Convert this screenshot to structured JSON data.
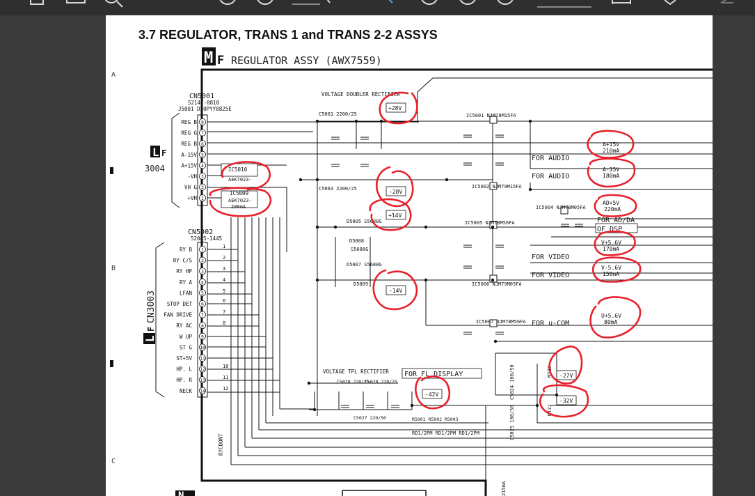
{
  "toolbar": {
    "icons": [
      "save-icon",
      "image-icon",
      "search-icon",
      "circle-icon",
      "circle-icon",
      "cursor-icon",
      "circle-icon",
      "circle-icon",
      "circle-icon",
      "fit-width-icon",
      "bookmark-icon",
      "share-icon"
    ]
  },
  "doc": {
    "section_title": "3.7 REGULATOR, TRANS 1 and TRANS 2-2 ASSYS",
    "assy_code": "M",
    "assy_code_sub": "F",
    "assy_title": "REGULATOR ASSY (AWX7559)",
    "bottom_code": "N",
    "row_marks": [
      "A",
      "B",
      "C"
    ]
  },
  "connectors": {
    "cn5001": {
      "name": "CN5001",
      "part": "52147-0810",
      "ref": "J5001  D20PYY0825E",
      "pins": [
        "REG B",
        "REG G",
        "REG B",
        "A-15V",
        "A+15V",
        "-VH",
        "VH G",
        "+VH"
      ],
      "pin_nums": [
        "8",
        "7",
        "6",
        "5",
        "4",
        "3",
        "2",
        "1"
      ]
    },
    "cn5002": {
      "name": "CN5002",
      "part": "52045-1445",
      "pins": [
        "RY B",
        "RY C/S",
        "RY HP",
        "RY A",
        "LFAN",
        "STOP DET",
        "FAN DRIVE",
        "RY AC",
        "W UP",
        "ST G",
        "ST+5V",
        "HP. L",
        "HP. R",
        "NECK"
      ],
      "pin_nums": [
        "1",
        "2",
        "3",
        "4",
        "5",
        "6",
        "7",
        "8",
        "9",
        "10",
        "11",
        "12",
        "13",
        "14"
      ],
      "wire_nums": [
        "1",
        "2",
        "3",
        "4",
        "5",
        "6",
        "7",
        "8",
        "10",
        "11",
        "12"
      ]
    },
    "left_ref_top": {
      "code": "L",
      "sub": "F",
      "num": "3004"
    },
    "left_ref_side": {
      "code": "L",
      "sub": "F",
      "label": "CN3003"
    },
    "rycoont": "RYCOONT"
  },
  "labels": {
    "vdr": "VOLTAGE DOUBLER RECTIFIER",
    "vtr": "VOLTAGE TPL RECTIFIER",
    "for_fl": "FOR FL DISPLAY",
    "for_audio_1": "FOR AUDIO",
    "for_audio_2": "FOR AUDIO",
    "for_adda": "FOR AD/DA",
    "of_dsp": "OF DSP",
    "for_video_1": "FOR VIDEO",
    "for_video_2": "FOR VIDEO",
    "for_ucom": "FOR u-COM",
    "ic5010": "IC5010",
    "aek_1": "AEK7023-",
    "ic5009": "IC5009",
    "aek_2": "AEK7023-",
    "aek_2_val": "200mA",
    "ic5001": "IC5001 NJM78M15FA",
    "ic5002": "IC5002 NJM79M15FA",
    "ic5004": "IC5004  NJM78M05FA",
    "ic5005": "IC5005 NJM78M56FA",
    "ic5006": "IC5006 NJM79M05FA",
    "ic5007": "IC5007 NJM78M56FA",
    "c5001": "C5001 2200/25",
    "c5003": "C5003 2200/25",
    "c5020": "C5020 220/25",
    "c5028": "C5028 220/25",
    "c5027": "C5027 220/50",
    "d5005": "D5005 S5688G",
    "d5007": "D5007 S5688G",
    "d5008": "D5008",
    "d5009": "D5009",
    "s5688g": "S5688G",
    "rd1": "RD1/2PM RD1/2PM RD1/2PM",
    "r5001": "R5001 R5002 R5003",
    "c5024": "C5024 100/50",
    "c5025": "C5025 100/50",
    "mtz1": "MTZJ",
    "mtz2": "MTZJ",
    "ma215": "215mA"
  },
  "voltages": {
    "v_p28": "+28V",
    "v_m28": "-28V",
    "v_p14": "+14V",
    "v_m14": "-14V",
    "v_m42": "-42V",
    "v_m27": "-27V",
    "v_m32": "-32V",
    "a_p15": "A+15V",
    "a_p15_i": "210mA",
    "a_m15": "A-15V",
    "a_m15_i": "180mA",
    "ad_p5": "AD+5V",
    "ad_p5_i": "220mA",
    "v_p56": "V+5.6V",
    "v_p56_i": "170mA",
    "v_m56": "V-5.6V",
    "v_m56_i": "150mA",
    "u_p56": "U+5.6V",
    "u_p56_i": "80mA"
  },
  "colors": {
    "annotation_red": "#e8202a",
    "ink": "#111111",
    "page_bg": "#ffffff",
    "viewer_bg": "#3a3a3a"
  }
}
